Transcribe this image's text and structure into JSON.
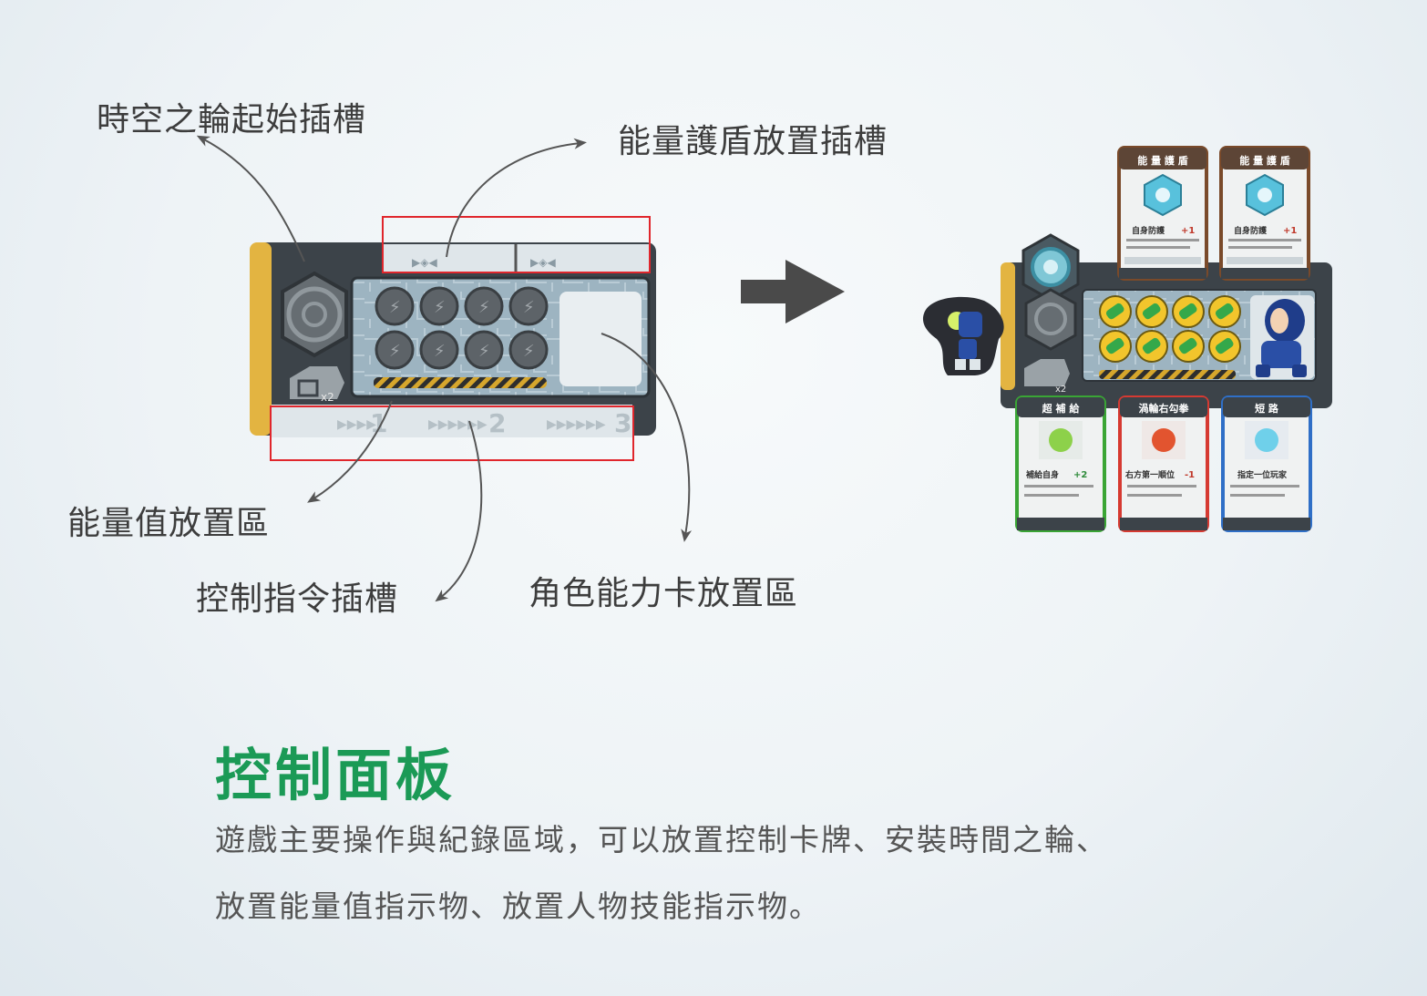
{
  "callouts": {
    "wheel_slot": "時空之輪起始插槽",
    "shield_slot": "能量護盾放置插槽",
    "energy_area": "能量值放置區",
    "command_slot": "控制指令插槽",
    "role_card_area": "角色能力卡放置區"
  },
  "section": {
    "title": "控制面板",
    "desc_line1": "遊戲主要操作與紀錄區域，可以放置控制卡牌、安裝時間之輪、",
    "desc_line2": "放置能量值指示物、放置人物技能指示物。"
  },
  "board": {
    "x2_badge": "x2",
    "slot_numbers": [
      "1",
      "2",
      "3"
    ]
  },
  "cards_top": [
    {
      "title": "能 量 護 盾",
      "ability": "自身防護",
      "value": "+1"
    },
    {
      "title": "能 量 護 盾",
      "ability": "自身防護",
      "value": "+1"
    }
  ],
  "cards_bottom": [
    {
      "title": "超 補 給",
      "ability": "補給自身",
      "value": "+2",
      "accent": "#3aa535"
    },
    {
      "title": "渦輪右勾拳",
      "ability": "右方第一順位",
      "value": "-1",
      "accent": "#d63a32"
    },
    {
      "title": "短 路",
      "ability": "指定一位玩家",
      "value": "",
      "accent": "#2f6fc7"
    }
  ],
  "colors": {
    "title_green": "#1b9a56",
    "highlight_red": "#e0262c",
    "board_dark": "#3c4349",
    "board_blue": "#9fb7c4",
    "board_gold": "#e3b441"
  }
}
